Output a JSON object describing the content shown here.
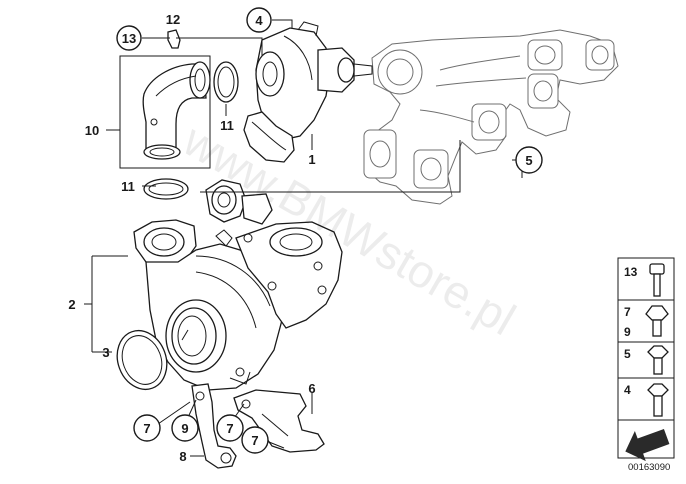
{
  "callouts": {
    "c1": "1",
    "c2": "2",
    "c3": "3",
    "c4": "4",
    "c5": "5",
    "c6": "6",
    "c7a": "7",
    "c7b": "7",
    "c7c": "7",
    "c8": "8",
    "c9": "9",
    "c10": "10",
    "c11a": "11",
    "c11b": "11",
    "c12": "12",
    "c13": "13"
  },
  "hardware_panel": {
    "items": [
      "13",
      "7",
      "9",
      "5",
      "4"
    ]
  },
  "watermark": "www.BMWstore.pl",
  "diagram_code": "00163090"
}
